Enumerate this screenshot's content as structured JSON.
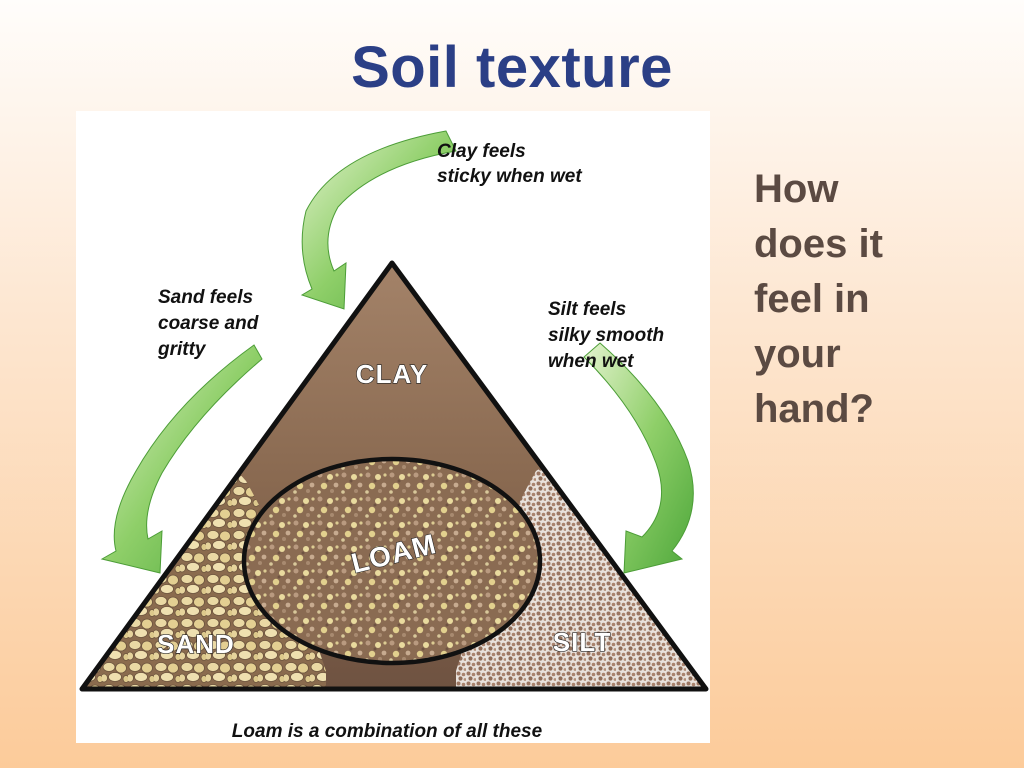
{
  "slide": {
    "title": "Soil texture",
    "question_lines": [
      "How",
      "does it",
      "feel in",
      "your",
      "hand?"
    ]
  },
  "diagram": {
    "labels": {
      "clay": "CLAY",
      "loam": "LOAM",
      "sand": "SAND",
      "silt": "SILT"
    },
    "callouts": {
      "clay": [
        "Clay feels",
        "sticky when wet"
      ],
      "sand": [
        "Sand feels",
        "coarse and",
        "gritty"
      ],
      "silt": [
        "Silt feels",
        "silky smooth",
        "when wet"
      ]
    },
    "caption": "Loam is a combination of all these"
  },
  "colors": {
    "title": "#2b3f86",
    "question": "#5b4a42",
    "arrow": "#6cbf4a",
    "clay": "#8b6a4f",
    "sand": "#e7d59c",
    "silt": "#9c7a66"
  }
}
